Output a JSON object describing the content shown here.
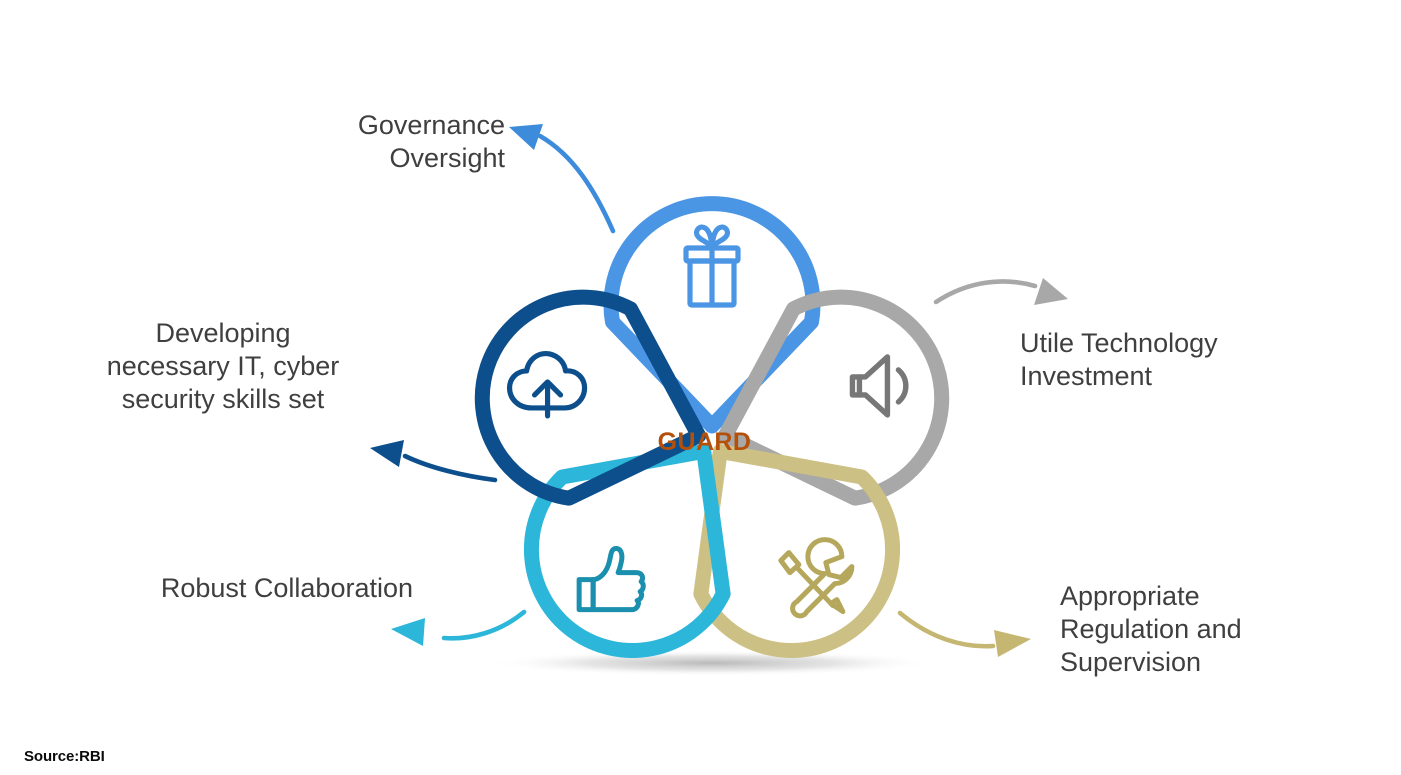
{
  "figure": {
    "center_label": "GUARD",
    "center_label_color": "#b4500a",
    "source": "Source:RBI",
    "background": "#ffffff"
  },
  "chart_data": {
    "type": "diagram",
    "title": "GUARD",
    "subtype": "radial-petal-infographic",
    "petal_count": 5,
    "segments": [
      {
        "key": "governance",
        "label": "Governance\nOversight",
        "icon": "gift-icon",
        "color": "#4a95e4",
        "angle_deg": 0,
        "label_align": "right",
        "arrow_color": "#3d8cdc",
        "arrow_direction": "left"
      },
      {
        "key": "technology",
        "label": "Utile Technology\nInvestment",
        "icon": "speaker-icon",
        "color": "#a8a8a8",
        "angle_deg": 72,
        "label_align": "left",
        "arrow_color": "#a8a8a8",
        "arrow_direction": "right"
      },
      {
        "key": "regulation",
        "label": "Appropriate\nRegulation and\nSupervision",
        "icon": "tools-icon",
        "color": "#cdc084",
        "angle_deg": 144,
        "label_align": "left",
        "arrow_color": "#c5b771",
        "arrow_direction": "right"
      },
      {
        "key": "collaboration",
        "label": "Robust Collaboration",
        "icon": "thumbs-up-icon",
        "color": "#2cb6d9",
        "angle_deg": 216,
        "label_align": "right",
        "arrow_color": "#2cb6d9",
        "arrow_direction": "left"
      },
      {
        "key": "skills",
        "label": "Developing\nnecessary IT, cyber\nsecurity skills set",
        "icon": "cloud-upload-icon",
        "color": "#0d4f8c",
        "angle_deg": 288,
        "label_align": "center",
        "arrow_color": "#0d4f8c",
        "arrow_direction": "left"
      }
    ]
  }
}
